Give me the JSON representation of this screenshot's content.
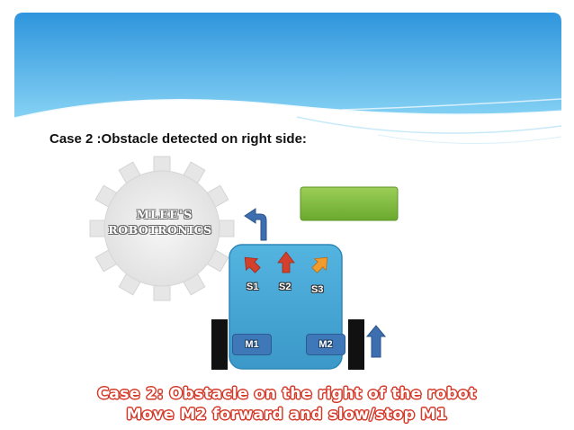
{
  "slide_title": "Case 2 :Obstacle detected on right side:",
  "logo": {
    "line1": "MLEE'S",
    "line2": "ROBOTRONICS"
  },
  "sensors": [
    "S1",
    "S2",
    "S3"
  ],
  "motors": [
    "M1",
    "M2"
  ],
  "caption": {
    "line1": "Case 2: Obstacle on the right of the robot",
    "line2": "Move M2 forward and slow/stop M1"
  },
  "colors": {
    "banner_top": "#2f95dd",
    "banner_bottom": "#7fcdf2",
    "robot_body": "#46a8d6",
    "obstacle": "#7ab93a",
    "arrow_red": "#d3402c",
    "arrow_orange": "#ef9b2e",
    "arrow_blue": "#3d6fb0",
    "caption_outline": "#d43a2a"
  }
}
